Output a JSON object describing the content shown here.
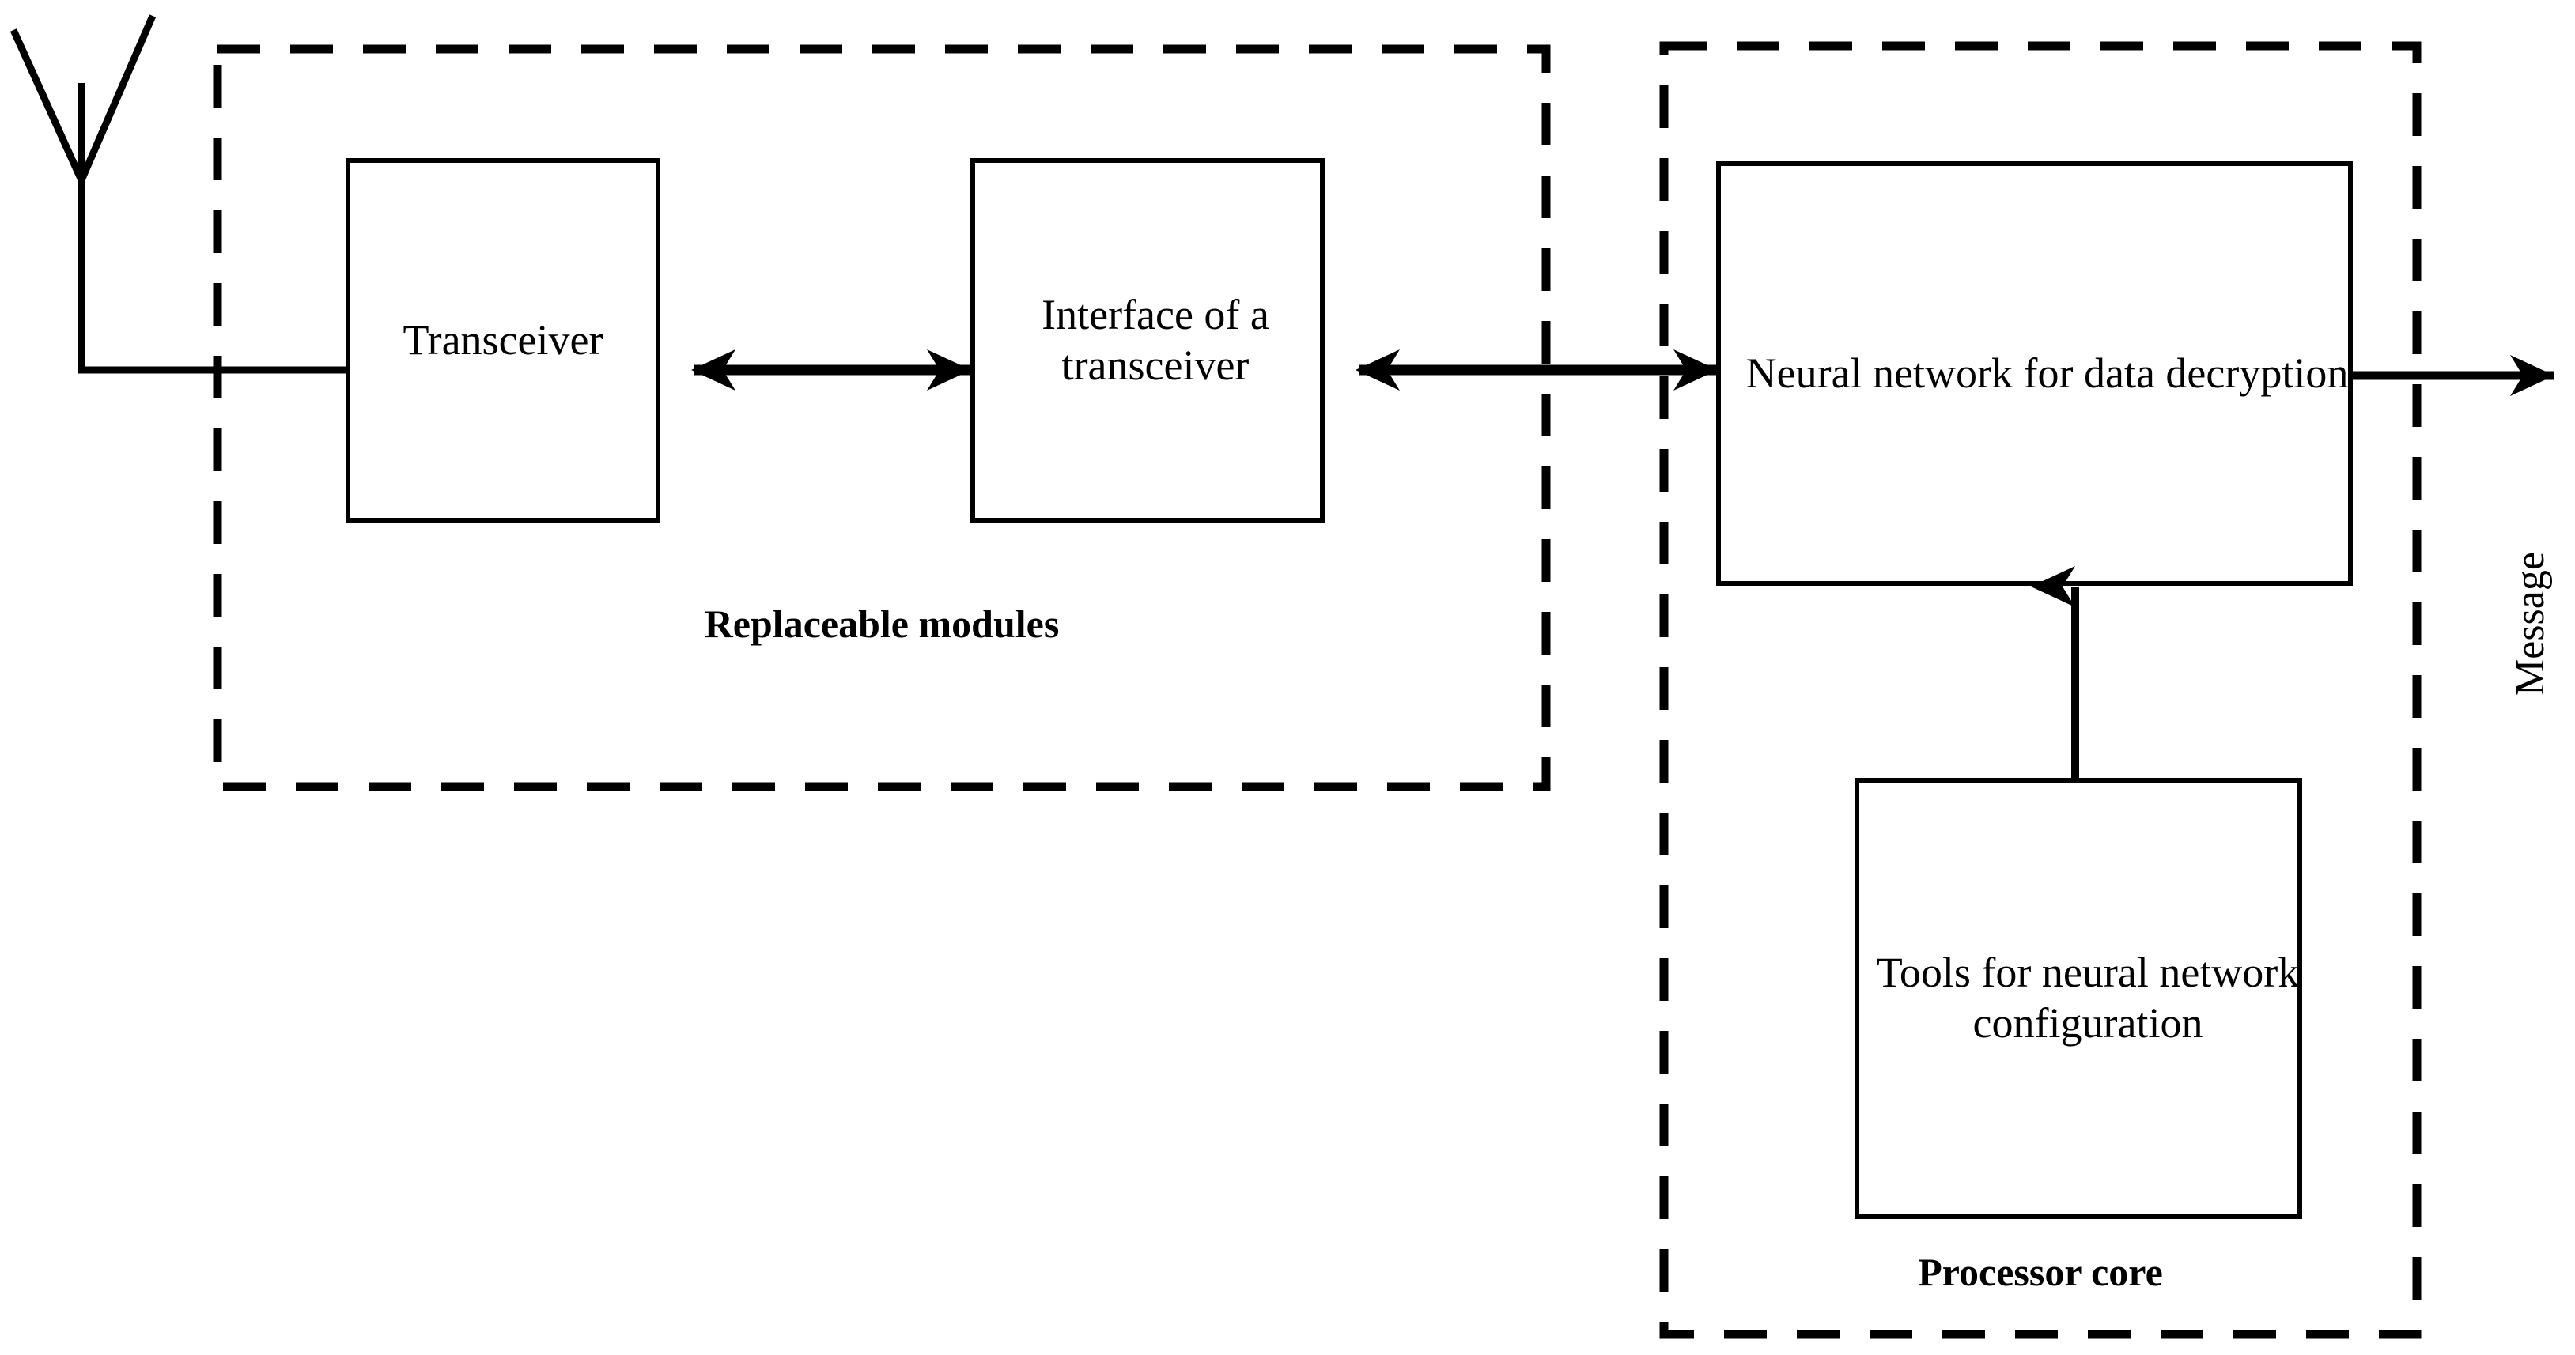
{
  "diagram": {
    "title_present": false,
    "background_color": "#ffffff",
    "stroke_color": "#000000",
    "blocks": [
      {
        "id": "transceiver",
        "label": "Transceiver"
      },
      {
        "id": "interface",
        "label": "Interface of a transceiver"
      },
      {
        "id": "neural-network",
        "label": "Neural network for data decryption"
      },
      {
        "id": "tools",
        "label": "Tools for neural network configuration"
      }
    ],
    "groups": [
      {
        "id": "replaceable-modules",
        "label": "Replaceable modules"
      },
      {
        "id": "processor-core",
        "label": "Processor core"
      }
    ],
    "edge_labels": [
      {
        "id": "message",
        "label": "Message",
        "rotation": "-90"
      }
    ],
    "icons": [
      {
        "id": "antenna",
        "name": "antenna-icon"
      }
    ]
  }
}
